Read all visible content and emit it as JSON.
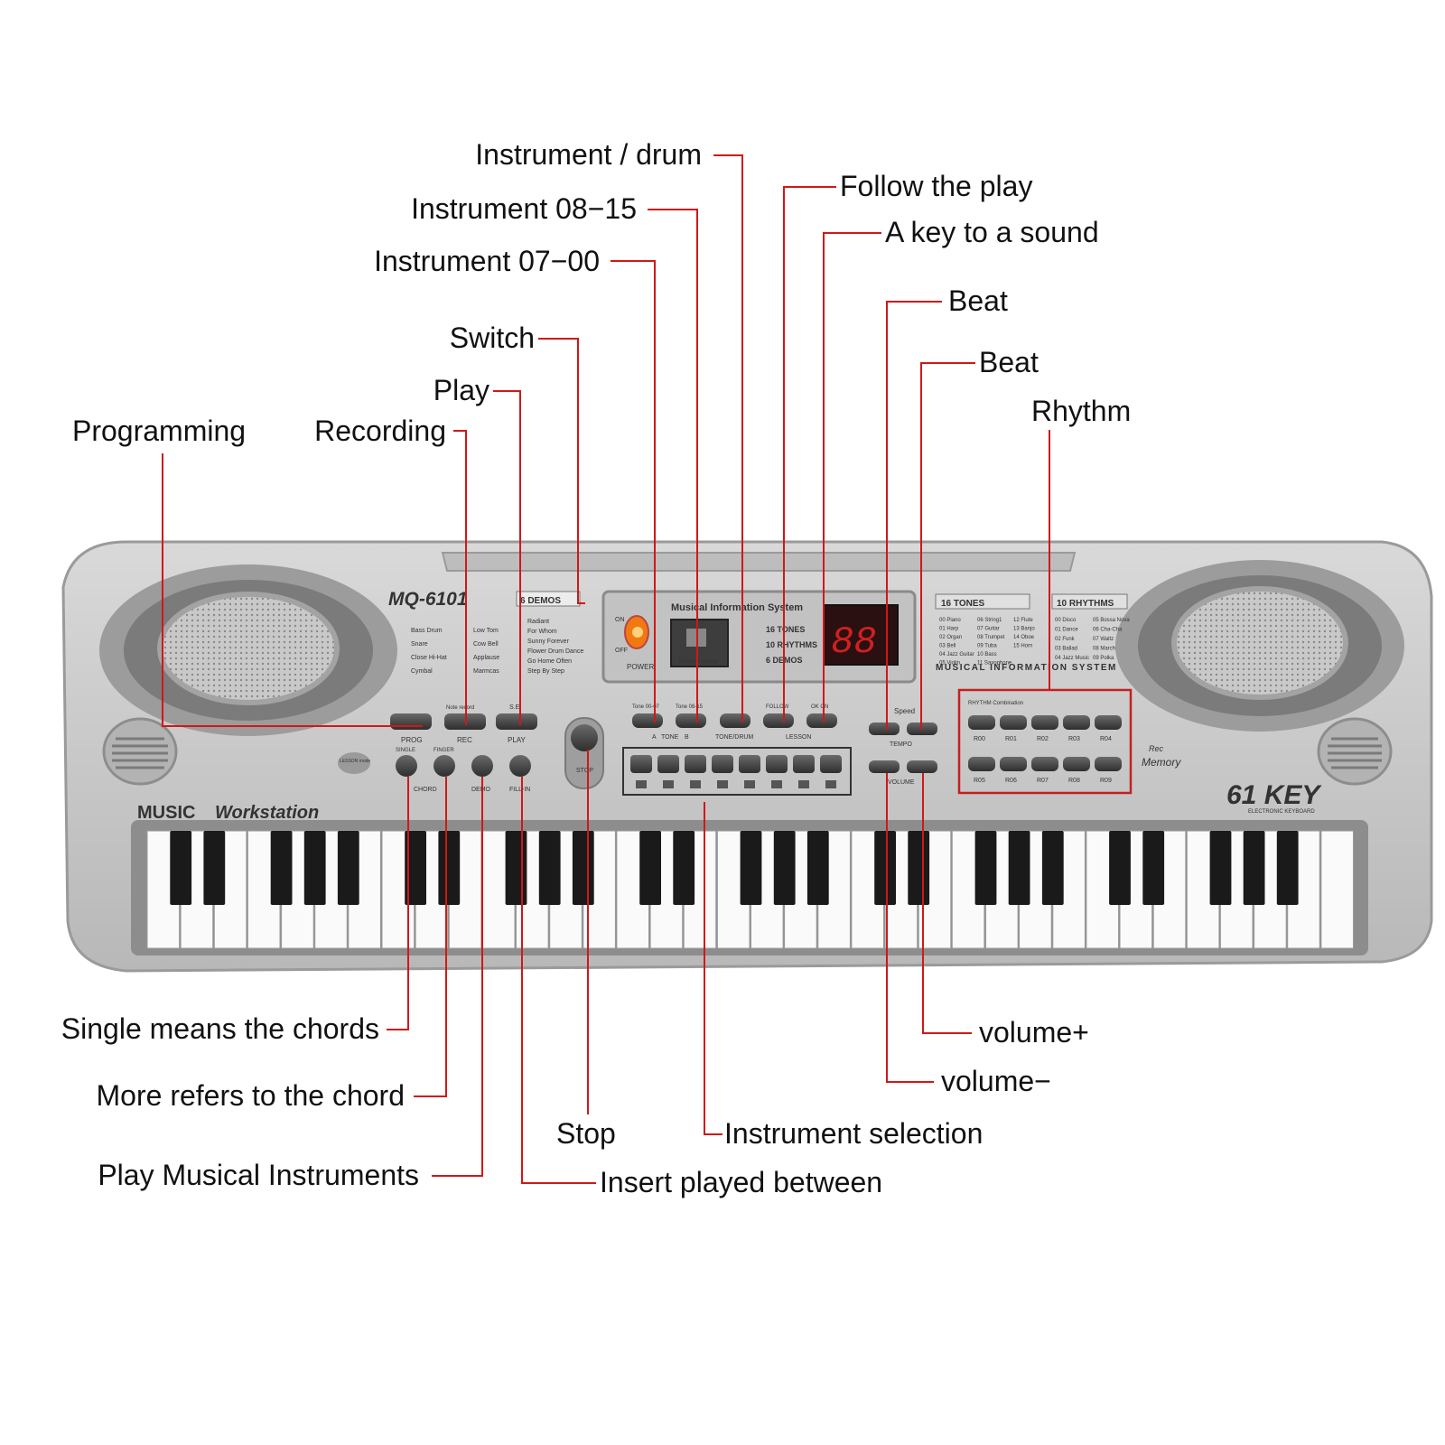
{
  "callouts": {
    "instrument_drum": "Instrument / drum",
    "instrument_08_15": "Instrument 08−15",
    "instrument_07_00": "Instrument 07−00",
    "switch": "Switch",
    "play": "Play",
    "programming": "Programming",
    "recording": "Recording",
    "follow_the_play": "Follow the play",
    "a_key_to_a_sound": "A key to a sound",
    "beat_1": "Beat",
    "beat_2": "Beat",
    "rhythm": "Rhythm",
    "single_chords": "Single means the chords",
    "more_chord": "More refers to the chord",
    "play_instruments": "Play Musical Instruments",
    "stop": "Stop",
    "instrument_selection": "Instrument selection",
    "insert_played": "Insert played between",
    "volume_plus": "volume+",
    "volume_minus": "volume−"
  },
  "keyboard": {
    "model": "MQ-6101",
    "brand_bold": "MUSIC",
    "brand_light": "Workstation",
    "key_count": "61 KEY",
    "key_sub": "ELECTRONIC KEYBOARD",
    "demos_title": "6 DEMOS",
    "demos": [
      "Radiant",
      "For Whom",
      "Sunny Forever",
      "Flower Drum Dance",
      "Go Home Often",
      "Step By Step"
    ],
    "drums_left": [
      "Bass Drum",
      "Snare",
      "Close Hi-Hat",
      "Cymbal"
    ],
    "drums_right": [
      "Low Tom",
      "Cow Bell",
      "Applause",
      "Marmcas"
    ],
    "info_title": "Musical Information System",
    "info_lines": [
      "16 TONES",
      "10 RHYTHMS",
      "6 DEMOS"
    ],
    "numeral_display": "Numeral display",
    "led_value": "88",
    "power": "POWER",
    "on": "ON",
    "off": "OFF",
    "tones_title": "16 TONES",
    "tones_col1": [
      "00 Piano",
      "01 Harp",
      "02 Organ",
      "03 Bell",
      "04 Jazz Guitar",
      "05 Violin"
    ],
    "tones_col2": [
      "06 String1",
      "07 Guitar",
      "08 Trumpet",
      "09 Tuba",
      "10 Bass",
      "11 Saxophone"
    ],
    "tones_col3": [
      "12 Flute",
      "13 Banjo",
      "14 Oboe",
      "15 Horn"
    ],
    "rhythms_title": "10 RHYTHMS",
    "rhythms_col1": [
      "00 Disco",
      "01 Dance",
      "02 Funk",
      "03 Ballad",
      "04 Jazz Music"
    ],
    "rhythms_col2": [
      "05 Bossa Nova",
      "06 Cha-Cha",
      "07 Waltz",
      "08 March",
      "09 Polka"
    ],
    "mis_footer": "MUSICAL INFORMATION SYSTEM",
    "rhythm_combo": "RHYTHM Combination",
    "rhythm_top": [
      "R00",
      "R01",
      "R02",
      "R03",
      "R04"
    ],
    "rhythm_bottom": [
      "R05",
      "R06",
      "R07",
      "R08",
      "R09"
    ],
    "prog": "PROG",
    "rec": "REC",
    "play": "PLAY",
    "note_record": "Note record",
    "se": "S.E",
    "single": "SINGLE",
    "finger": "FINGER",
    "chord": "CHORD",
    "demo": "DEMO",
    "fill_in": "FILL-IN",
    "lesson_mode": "LESSON mode",
    "stop": "STOP",
    "tone_0007": "Tone 00-07",
    "tone_0815": "Tone 08-15",
    "tone_label": "TONE",
    "tone_a": "A",
    "tone_b": "B",
    "tone_drum": "TONE/DRUM",
    "follow": "FOLLOW",
    "okon": "OK ON",
    "lesson": "LESSON",
    "speed": "Speed",
    "tempo": "TEMPO",
    "volume": "VOLUME",
    "rec_small": "Rec",
    "memory": "Memory"
  }
}
